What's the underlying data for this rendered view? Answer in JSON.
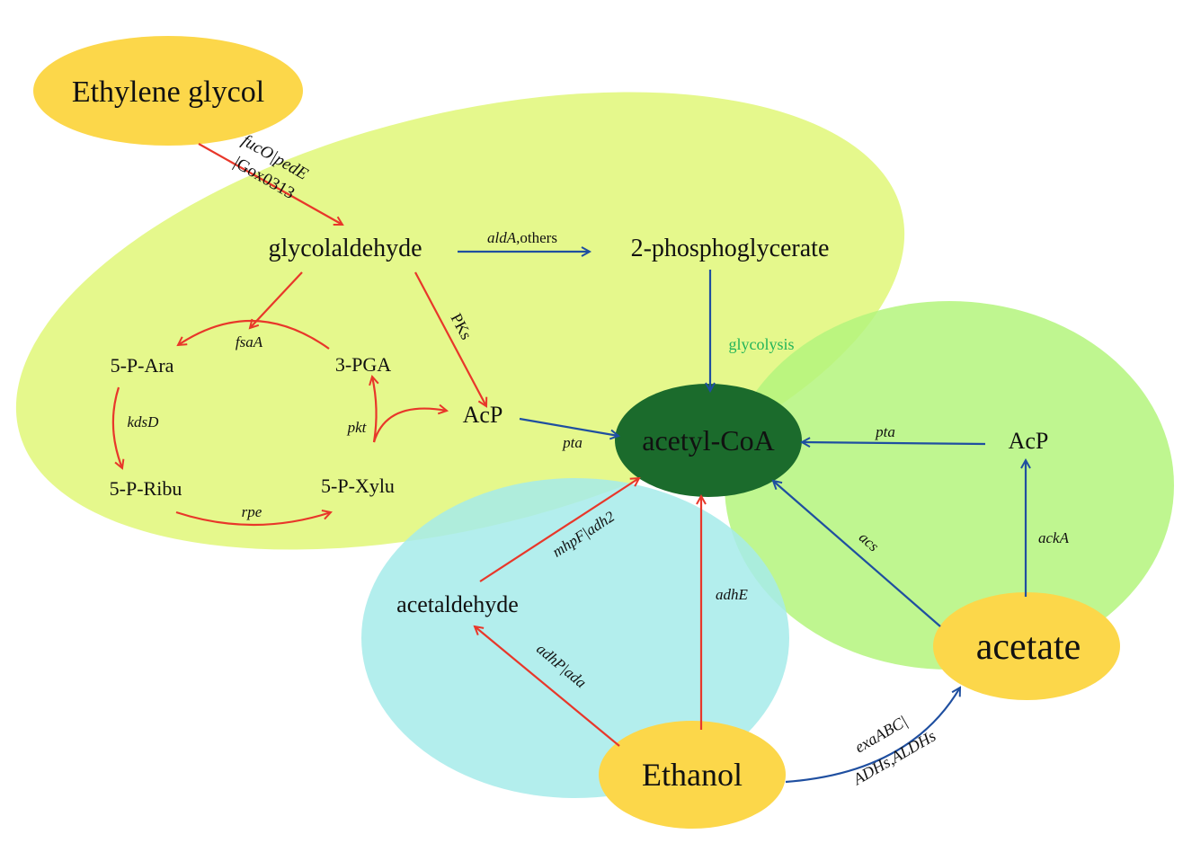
{
  "colors": {
    "red": "#e8372a",
    "blue": "#1f4fa0",
    "green_text": "#22b45a",
    "acetyl_fill": "#1b6b2c",
    "node_yellow": "#fcd74a",
    "region_yellow": "#e2f77f",
    "region_green": "#b4f47c",
    "region_cyan": "#a6ebea"
  },
  "nodes": {
    "ethylene_glycol": "Ethylene glycol",
    "glycolaldehyde": "glycolaldehyde",
    "phosphoglycerate": "2-phosphoglycerate",
    "ara": "5-P-Ara",
    "pga": "3-PGA",
    "acp_left": "AcP",
    "ribu": "5-P-Ribu",
    "xylu": "5-P-Xylu",
    "acetyl_coa": "acetyl-CoA",
    "acp_right": "AcP",
    "acetaldehyde": "acetaldehyde",
    "acetate": "acetate",
    "ethanol": "Ethanol"
  },
  "enzymes": {
    "fuco_line1": "fucO|pedE",
    "fuco_line2": "|Gox0313",
    "alda_gene": "aldA",
    "alda_rest": ",others",
    "pks": "PKs",
    "glycolysis": "glycolysis",
    "fsaa": "fsaA",
    "kdsd": "kdsD",
    "pkt": "pkt",
    "rpe": "rpe",
    "pta_left": "pta",
    "pta_right": "pta",
    "mhpf": "mhpF|adh2",
    "adhe": "adhE",
    "acs": "acs",
    "acka": "ackA",
    "adhp": "adhP|ada",
    "exa_line1": "exaABC|",
    "exa_line2": "ADHs,ALDHs"
  }
}
